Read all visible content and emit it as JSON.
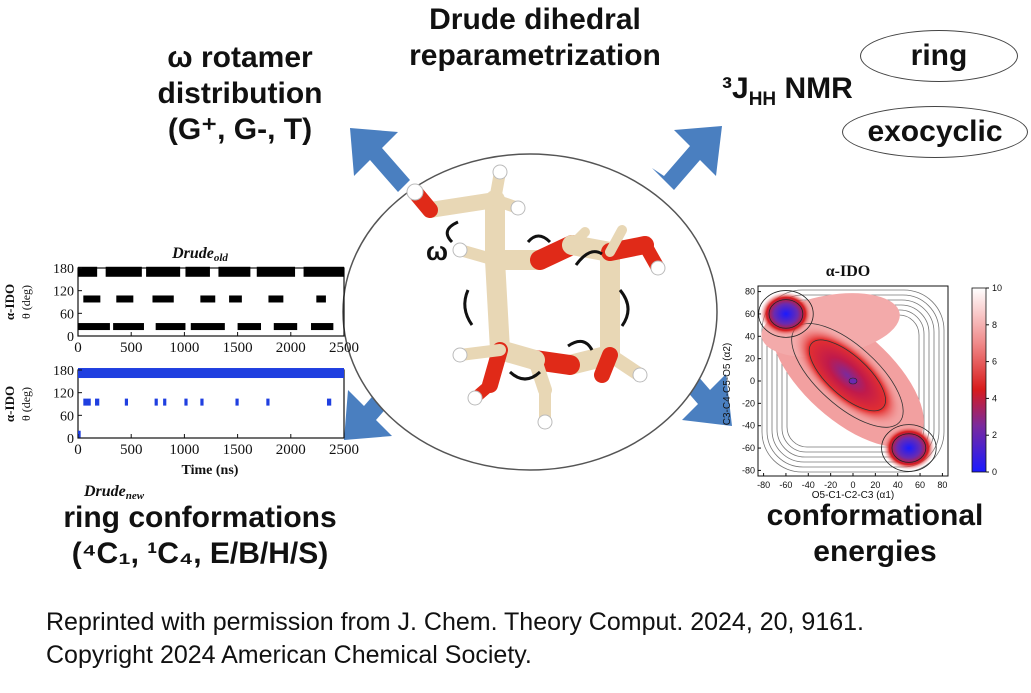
{
  "titles": {
    "center_line1": "Drude dihedral",
    "center_line2": "reparametrization",
    "omega_line1": "ω rotamer",
    "omega_line2": "distribution",
    "omega_line3": "(G⁺, G-, T)",
    "nmr_prefix": "³J",
    "nmr_sub": "HH",
    "nmr_suffix": " NMR",
    "nmr_ring": "ring",
    "nmr_exocyclic": "exocyclic",
    "ring_line1": "ring conformations",
    "ring_line2": "(⁴C₁, ¹C₄, E/B/H/S)",
    "conf_line1": "conformational",
    "conf_line2": "energies"
  },
  "molecule": {
    "omega_symbol": "ω"
  },
  "credit": {
    "line1": "Reprinted with permission from J. Chem. Theory Comput. 2024, 20, 9161.",
    "line2": "Copyright 2024 American Chemical Society."
  },
  "colors": {
    "arrow": "#4a7fc0",
    "old_points": "#000000",
    "new_points": "#1f3fe0",
    "carbon": "#e8d7b5",
    "oxygen": "#e02a18",
    "hydrogen": "#ffffff"
  },
  "chart_data": [
    {
      "type": "scatter",
      "title": "Drude",
      "title_sub": "old",
      "ylabel_top": "α-IDO",
      "ylabel": "θ (deg)",
      "x_ticks": [
        "0",
        "500",
        "1000",
        "1500",
        "2000",
        "2500"
      ],
      "y_ticks": [
        "0",
        "60",
        "120",
        "180"
      ],
      "xlim": [
        0,
        2500
      ],
      "ylim": [
        0,
        180
      ],
      "bands": [
        {
          "y": 170,
          "segments": [
            [
              0,
              180
            ],
            [
              260,
              600
            ],
            [
              640,
              960
            ],
            [
              1010,
              1240
            ],
            [
              1320,
              1620
            ],
            [
              1680,
              2040
            ],
            [
              2120,
              2500
            ]
          ]
        },
        {
          "y": 98,
          "segments": [
            [
              50,
              210
            ],
            [
              360,
              520
            ],
            [
              700,
              900
            ],
            [
              1150,
              1290
            ],
            [
              1420,
              1540
            ],
            [
              1790,
              1930
            ],
            [
              2240,
              2330
            ]
          ]
        },
        {
          "y": 25,
          "segments": [
            [
              0,
              300
            ],
            [
              330,
              620
            ],
            [
              730,
              1010
            ],
            [
              1060,
              1380
            ],
            [
              1500,
              1720
            ],
            [
              1840,
              2060
            ],
            [
              2190,
              2400
            ]
          ]
        }
      ]
    },
    {
      "type": "scatter",
      "title": "Drude",
      "title_sub": "new",
      "ylabel_top": "α-IDO",
      "ylabel": "θ (deg)",
      "xlabel": "Time (ns)",
      "x_ticks": [
        "0",
        "500",
        "1000",
        "1500",
        "2000",
        "2500"
      ],
      "y_ticks": [
        "0",
        "60",
        "120",
        "180"
      ],
      "xlim": [
        0,
        2500
      ],
      "ylim": [
        0,
        180
      ],
      "bands": [
        {
          "y": 172,
          "segments": [
            [
              0,
              2500
            ]
          ]
        },
        {
          "y": 95,
          "segments": [
            [
              50,
              120
            ],
            [
              160,
              200
            ],
            [
              440,
              470
            ],
            [
              720,
              750
            ],
            [
              800,
              830
            ],
            [
              1000,
              1030
            ],
            [
              1150,
              1180
            ],
            [
              1480,
              1510
            ],
            [
              1770,
              1800
            ],
            [
              2340,
              2380
            ]
          ]
        },
        {
          "y": 10,
          "segments": [
            [
              0,
              25
            ]
          ]
        }
      ]
    },
    {
      "type": "heatmap",
      "title": "α-IDO",
      "xlabel": "O5-C1-C2-C3 (α1)",
      "ylabel": "C3-C4-C5-O5 (α2)",
      "x_ticks": [
        "-80",
        "-60",
        "-40",
        "-20",
        "0",
        "20",
        "40",
        "60",
        "80"
      ],
      "y_ticks": [
        "-80",
        "-60",
        "-40",
        "-20",
        "0",
        "20",
        "40",
        "60",
        "80"
      ],
      "xlim": [
        -85,
        85
      ],
      "ylim": [
        -85,
        85
      ],
      "colorbar_ticks": [
        "0",
        "2",
        "4",
        "6",
        "8",
        "10"
      ],
      "colorbar_range": [
        0,
        10
      ],
      "minima": [
        {
          "x": -60,
          "y": 60,
          "energy": 0.0
        },
        {
          "x": 0,
          "y": 0,
          "energy": 2.2
        },
        {
          "x": 50,
          "y": -60,
          "energy": 1.0
        }
      ]
    }
  ]
}
